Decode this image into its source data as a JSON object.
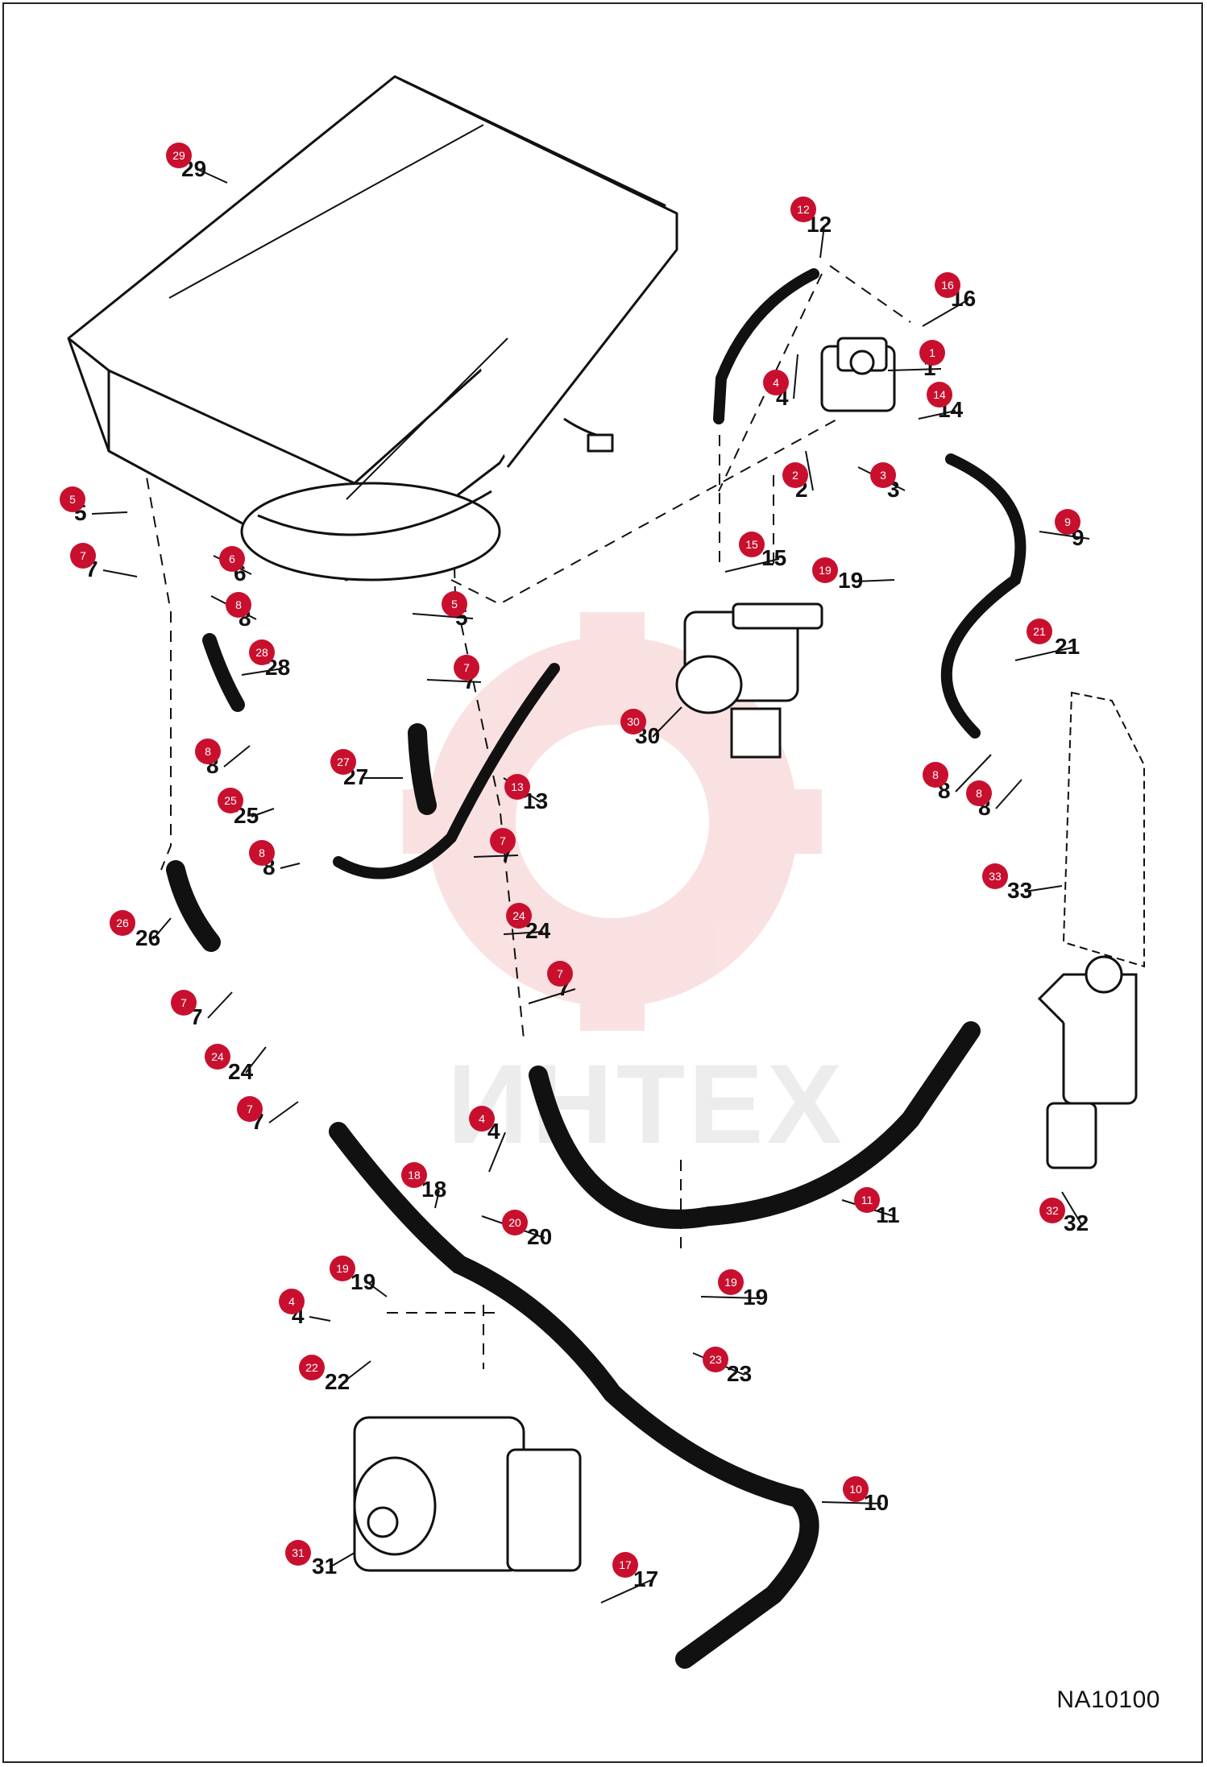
{
  "diagram": {
    "drawing_number": "NA10100",
    "watermark_text": "ИНТЕХ",
    "accent_color": "#c8102e",
    "callouts": [
      {
        "id": "c29",
        "badge": "29",
        "label": "29"
      },
      {
        "id": "c12",
        "badge": "12",
        "label": "12"
      },
      {
        "id": "c16",
        "badge": "16",
        "label": "16"
      },
      {
        "id": "c1",
        "badge": "1",
        "label": "1"
      },
      {
        "id": "c4a",
        "badge": "4",
        "label": "4"
      },
      {
        "id": "c14",
        "badge": "14",
        "label": "14"
      },
      {
        "id": "c2",
        "badge": "2",
        "label": "2"
      },
      {
        "id": "c3",
        "badge": "3",
        "label": "3"
      },
      {
        "id": "c5a",
        "badge": "5",
        "label": "5"
      },
      {
        "id": "c7a",
        "badge": "7",
        "label": "7"
      },
      {
        "id": "c6",
        "badge": "6",
        "label": "6"
      },
      {
        "id": "c8a",
        "badge": "8",
        "label": "8"
      },
      {
        "id": "c9",
        "badge": "9",
        "label": "9"
      },
      {
        "id": "c15",
        "badge": "15",
        "label": "15"
      },
      {
        "id": "c19a",
        "badge": "19",
        "label": "19"
      },
      {
        "id": "c5b",
        "badge": "5",
        "label": "5"
      },
      {
        "id": "c28",
        "badge": "28",
        "label": "28"
      },
      {
        "id": "c7b",
        "badge": "7",
        "label": "7"
      },
      {
        "id": "c21",
        "badge": "21",
        "label": "21"
      },
      {
        "id": "c30",
        "badge": "30",
        "label": "30"
      },
      {
        "id": "c8b",
        "badge": "8",
        "label": "8"
      },
      {
        "id": "c27",
        "badge": "27",
        "label": "27"
      },
      {
        "id": "c13",
        "badge": "13",
        "label": "13"
      },
      {
        "id": "c8c",
        "badge": "8",
        "label": "8"
      },
      {
        "id": "c8d",
        "badge": "8",
        "label": "8"
      },
      {
        "id": "c25",
        "badge": "25",
        "label": "25"
      },
      {
        "id": "c8e",
        "badge": "8",
        "label": "8"
      },
      {
        "id": "c7c",
        "badge": "7",
        "label": "7"
      },
      {
        "id": "c33",
        "badge": "33",
        "label": "33"
      },
      {
        "id": "c26",
        "badge": "26",
        "label": "26"
      },
      {
        "id": "c24a",
        "badge": "24",
        "label": "24"
      },
      {
        "id": "c7d",
        "badge": "7",
        "label": "7"
      },
      {
        "id": "c7e",
        "badge": "7",
        "label": "7"
      },
      {
        "id": "c24b",
        "badge": "24",
        "label": "24"
      },
      {
        "id": "c7f",
        "badge": "7",
        "label": "7"
      },
      {
        "id": "c4b",
        "badge": "4",
        "label": "4"
      },
      {
        "id": "c18",
        "badge": "18",
        "label": "18"
      },
      {
        "id": "c20",
        "badge": "20",
        "label": "20"
      },
      {
        "id": "c11",
        "badge": "11",
        "label": "11"
      },
      {
        "id": "c32",
        "badge": "32",
        "label": "32"
      },
      {
        "id": "c19b",
        "badge": "19",
        "label": "19"
      },
      {
        "id": "c19c",
        "badge": "19",
        "label": "19"
      },
      {
        "id": "c4c",
        "badge": "4",
        "label": "4"
      },
      {
        "id": "c22",
        "badge": "22",
        "label": "22"
      },
      {
        "id": "c23",
        "badge": "23",
        "label": "23"
      },
      {
        "id": "c10",
        "badge": "10",
        "label": "10"
      },
      {
        "id": "c31",
        "badge": "31",
        "label": "31"
      },
      {
        "id": "c17",
        "badge": "17",
        "label": "17"
      }
    ]
  }
}
